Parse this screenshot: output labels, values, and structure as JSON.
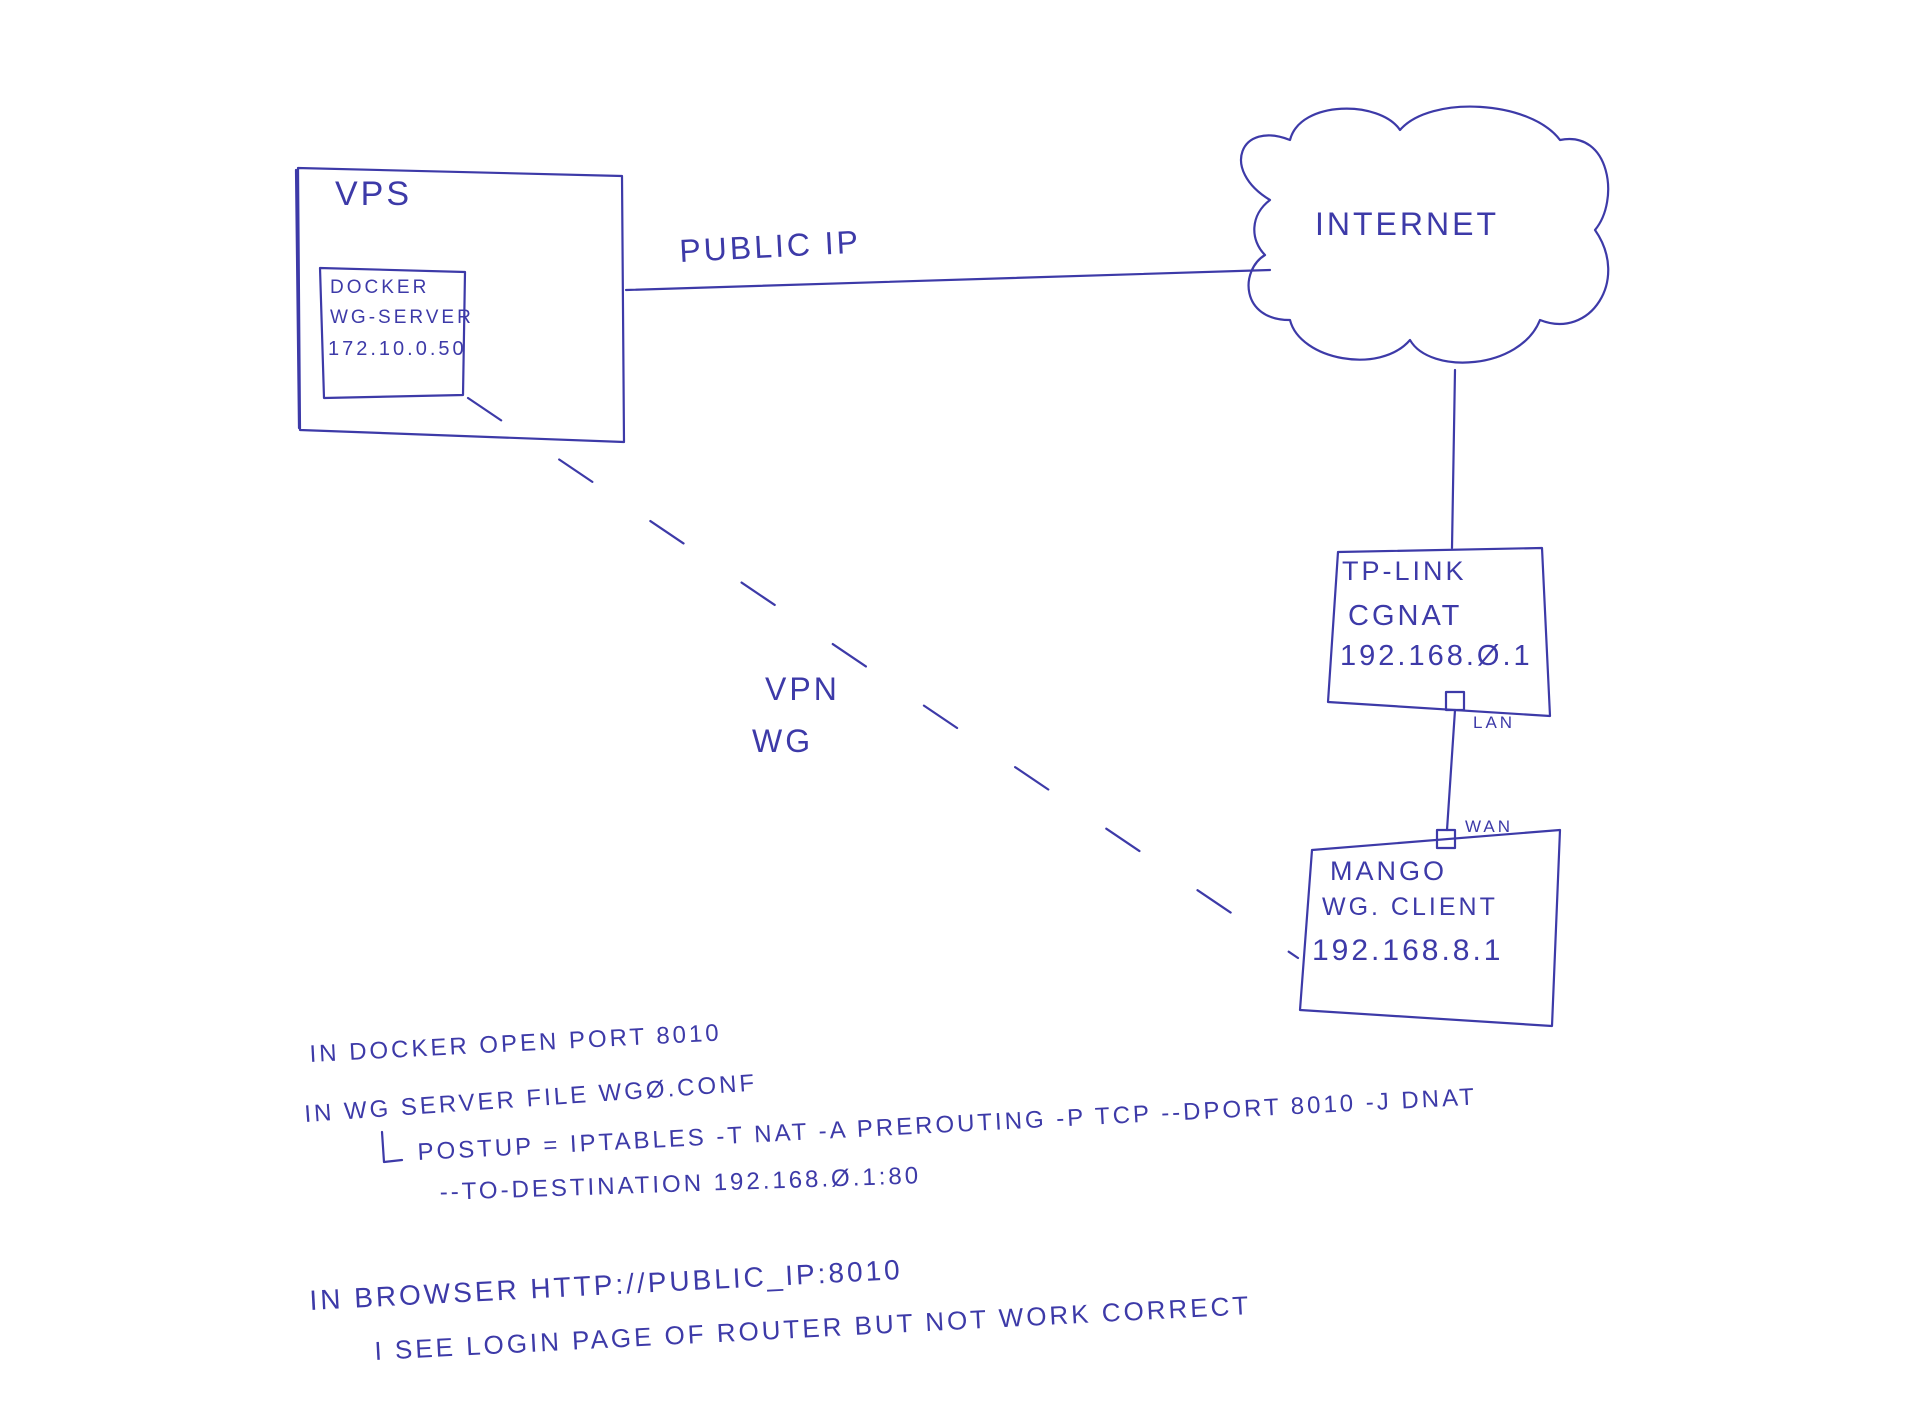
{
  "vps": {
    "title": "VPS",
    "docker_lines": [
      "DOCKER",
      "WG-SERVER",
      "172.10.0.50"
    ]
  },
  "link_label": "PUBLIC IP",
  "internet": {
    "label": "INTERNET"
  },
  "tplink": {
    "lines": [
      "TP-LINK",
      "CGNAT",
      "192.168.Ø.1"
    ],
    "port": "LAN"
  },
  "mango": {
    "lines": [
      "MANGO",
      "WG. CLIENT",
      "192.168.8.1"
    ],
    "port": "WAN"
  },
  "vpn_label": [
    "VPN",
    "WG"
  ],
  "notes": [
    "IN DOCKER OPEN PORT 8010",
    "IN WG SERVER  FILE WGØ.CONF",
    "POSTUP = IPTABLES -T NAT -A PREROUTING -P TCP --DPORT 8010 -J DNAT",
    "--TO-DESTINATION  192.168.Ø.1:80",
    "IN BROWSER  HTTP://PUBLIC_IP:8010",
    "I SEE  LOGIN  PAGE  OF ROUTER  BUT NOT WORK CORRECT"
  ],
  "colors": {
    "ink": "#3d3aa8"
  }
}
